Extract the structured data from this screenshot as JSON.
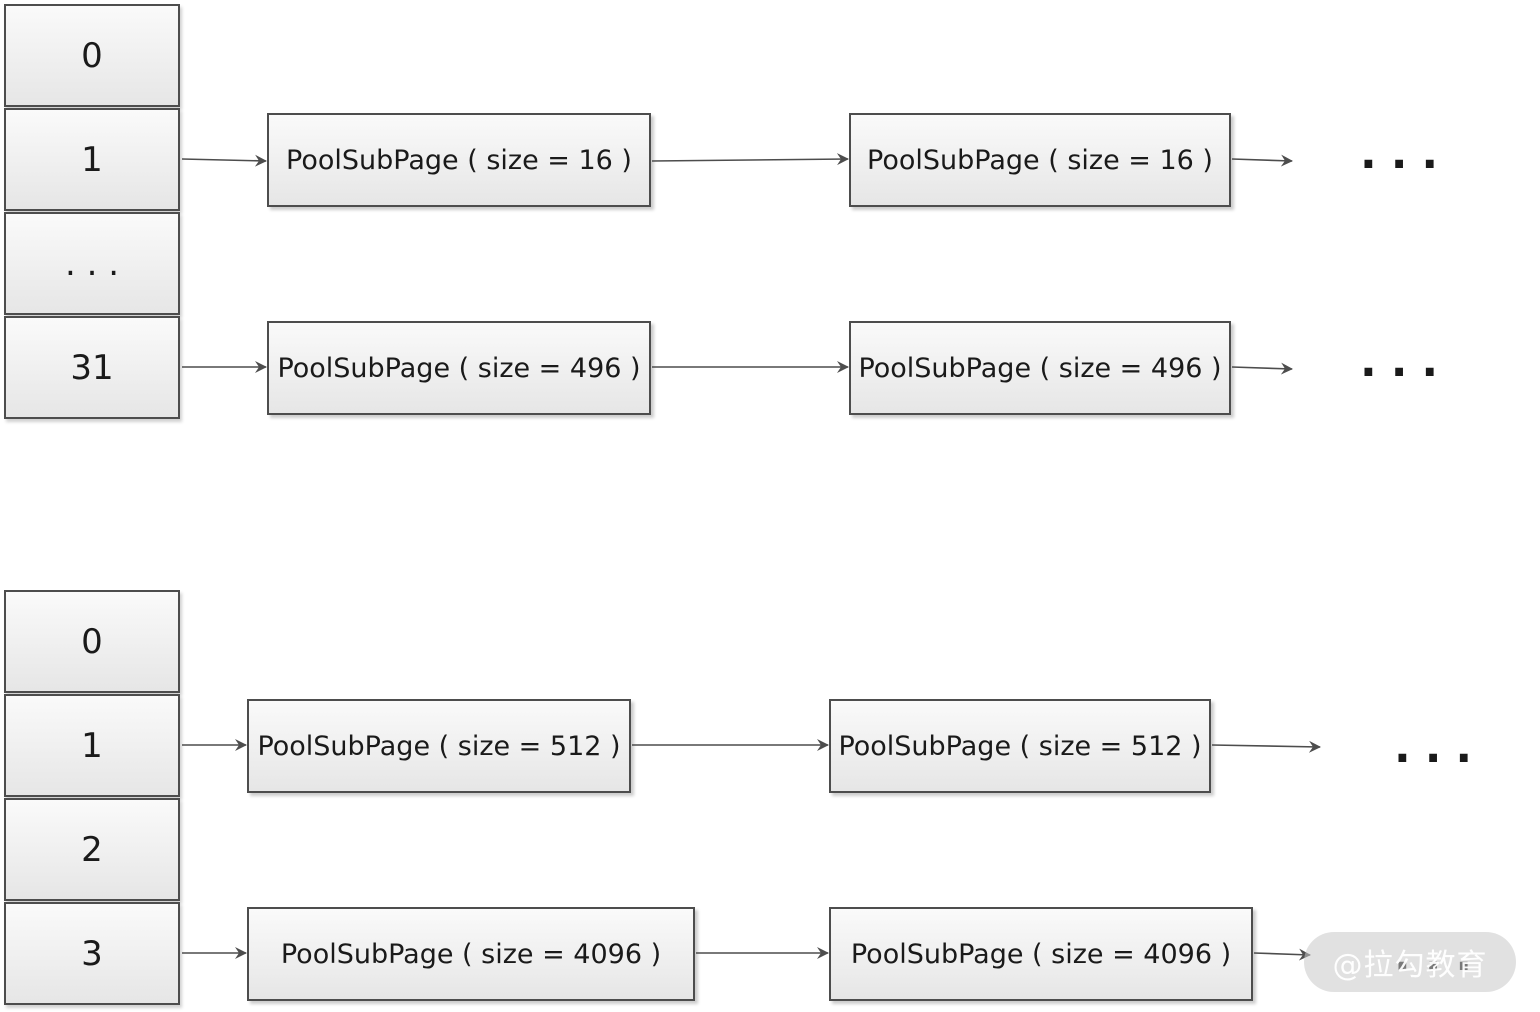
{
  "tiny_array": {
    "cells": [
      "0",
      "1",
      ". . .",
      "31"
    ]
  },
  "small_array": {
    "cells": [
      "0",
      "1",
      "2",
      "3"
    ]
  },
  "nodes": {
    "tiny_16_a": "PoolSubPage ( size = 16 )",
    "tiny_16_b": "PoolSubPage ( size = 16 )",
    "tiny_496_a": "PoolSubPage ( size = 496 )",
    "tiny_496_b": "PoolSubPage ( size = 496 )",
    "small_512_a": "PoolSubPage ( size = 512 )",
    "small_512_b": "PoolSubPage ( size = 512 )",
    "small_4096_a": "PoolSubPage ( size = 4096 )",
    "small_4096_b": "PoolSubPage ( size = 4096 )"
  },
  "ellipsis": "...",
  "watermark": "@拉勾教育"
}
